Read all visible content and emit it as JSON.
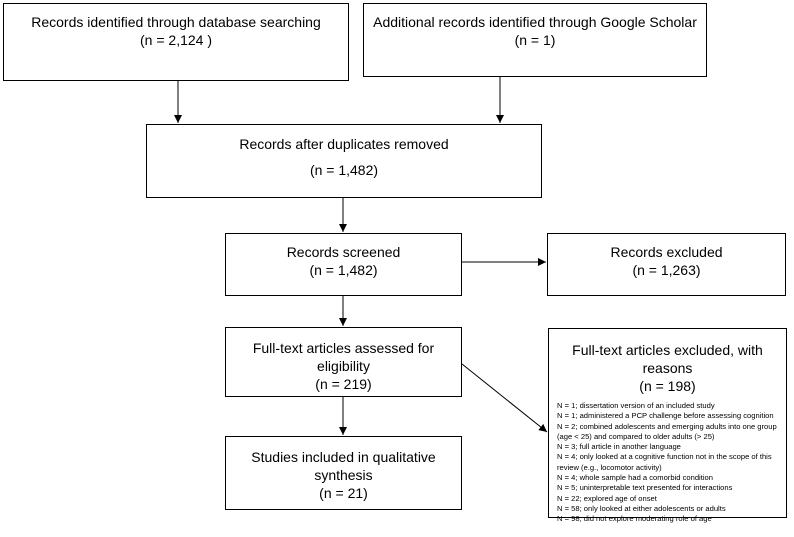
{
  "boxes": {
    "database_search": {
      "title": "Records identified through database searching",
      "count": "(n =  2,124 )"
    },
    "google_scholar": {
      "title": "Additional records identified through Google Scholar",
      "count": "(n =  1)"
    },
    "after_duplicates": {
      "title": "Records after duplicates removed",
      "count": "(n =  1,482)"
    },
    "screened": {
      "title": "Records screened",
      "count": "(n =  1,482)"
    },
    "excluded": {
      "title": "Records excluded",
      "count": "(n = 1,263)"
    },
    "full_text": {
      "title": "Full-text articles assessed for eligibility",
      "count": "(n =     219)"
    },
    "included": {
      "title": "Studies included in qualitative synthesis",
      "count": "(n = 21)"
    },
    "full_text_excluded": {
      "title": "Full-text articles excluded, with reasons",
      "count": "(n = 198)",
      "reasons": [
        "N = 1; dissertation version of an included study",
        "N = 1; administered a PCP challenge before assessing cognition",
        "N = 2; combined adolescents and emerging adults into one group (age < 25) and compared to older adults (> 25)",
        "N = 3; full article in another language",
        "N = 4; only looked at a cognitive function not in the scope of this review (e.g., locomotor activity)",
        "N = 4; whole sample had a comorbid condition",
        "N = 5; uninterpretable text presented for interactions",
        "N = 22; explored age of onset",
        "N = 58; only looked at either adolescents or adults",
        "N = 98; did not explore moderating role of age"
      ]
    }
  }
}
